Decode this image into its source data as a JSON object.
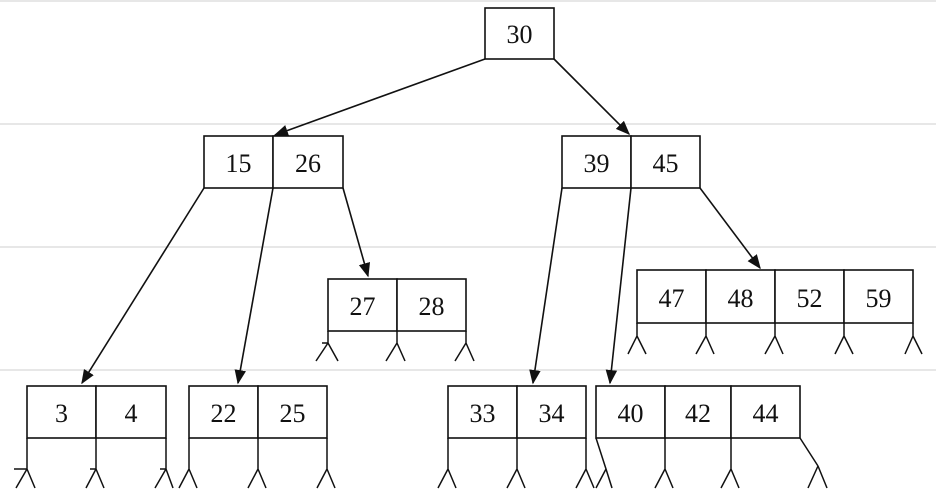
{
  "tree": {
    "root": {
      "keys": [
        "30"
      ]
    },
    "level1": [
      {
        "keys": [
          "15",
          "26"
        ]
      },
      {
        "keys": [
          "39",
          "45"
        ]
      }
    ],
    "level2": [
      {
        "keys": [
          "27",
          "28"
        ]
      },
      {
        "keys": [
          "47",
          "48",
          "52",
          "59"
        ]
      }
    ],
    "level3": [
      {
        "keys": [
          "3",
          "4"
        ]
      },
      {
        "keys": [
          "22",
          "25"
        ]
      },
      {
        "keys": [
          "33",
          "34"
        ]
      },
      {
        "keys": [
          "40",
          "42",
          "44"
        ]
      }
    ]
  },
  "colors": {
    "line": "#111111",
    "guide": "#cfcfcf",
    "background": "#ffffff"
  }
}
